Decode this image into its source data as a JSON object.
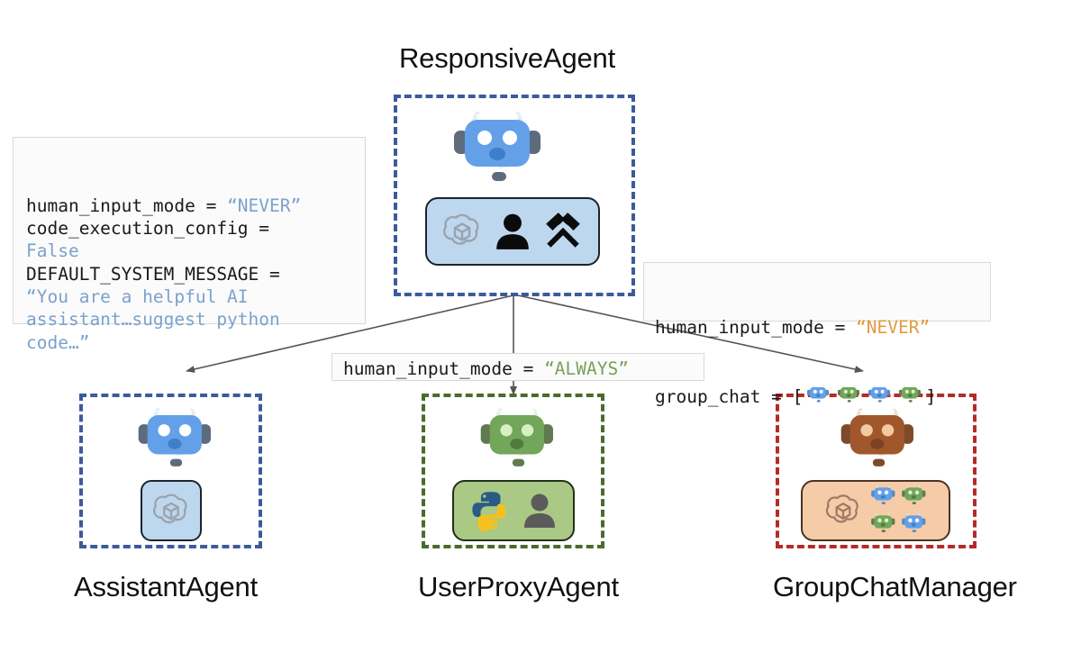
{
  "diagram": {
    "title_node": "ResponsiveAgent",
    "nodes": [
      {
        "id": "responsive-agent",
        "label": "ResponsiveAgent",
        "color": "#3d5a9c",
        "robot_color": "blue",
        "panel_icons": [
          "openai-icon",
          "person-icon",
          "hammers-icon"
        ]
      },
      {
        "id": "assistant-agent",
        "label": "AssistantAgent",
        "color": "#3d5a9c",
        "robot_color": "blue",
        "panel_icons": [
          "openai-icon"
        ]
      },
      {
        "id": "user-proxy-agent",
        "label": "UserProxyAgent",
        "color": "#4a6b2a",
        "robot_color": "green",
        "panel_icons": [
          "python-icon",
          "person-icon"
        ]
      },
      {
        "id": "group-chat-manager",
        "label": "GroupChatManager",
        "color": "#b52b27",
        "robot_color": "brown",
        "panel_icons": [
          "openai-icon",
          "robot-blue-icon",
          "robot-green-icon",
          "robot-green-icon",
          "robot-blue-icon"
        ]
      }
    ],
    "callouts": {
      "assistant": {
        "lines": [
          [
            {
              "t": "human_input_mode = ",
              "c": "dark"
            },
            {
              "t": "“NEVER”",
              "c": "blue"
            }
          ],
          [
            {
              "t": "code_execution_config =",
              "c": "dark"
            }
          ],
          [
            {
              "t": "False",
              "c": "blue"
            }
          ],
          [
            {
              "t": "DEFAULT_SYSTEM_MESSAGE =",
              "c": "dark"
            }
          ],
          [
            {
              "t": "“You are a helpful AI",
              "c": "blue"
            }
          ],
          [
            {
              "t": "assistant…suggest python",
              "c": "blue"
            }
          ],
          [
            {
              "t": "code…”",
              "c": "blue"
            }
          ]
        ]
      },
      "user_proxy": {
        "lines": [
          [
            {
              "t": "human_input_mode = ",
              "c": "dark"
            },
            {
              "t": "“ALWAYS”",
              "c": "green"
            }
          ]
        ]
      },
      "group_chat": {
        "line1": [
          {
            "t": "human_input_mode = ",
            "c": "dark"
          },
          {
            "t": "“NEVER”",
            "c": "orange"
          }
        ],
        "line2_prefix": "group_chat = [",
        "line2_suffix": "]",
        "agents": [
          "robot-blue-icon",
          "robot-green-icon",
          "robot-blue-icon",
          "robot-green-icon"
        ]
      }
    },
    "edges": [
      {
        "from": "responsive-agent",
        "to": "assistant-agent"
      },
      {
        "from": "responsive-agent",
        "to": "user-proxy-agent"
      },
      {
        "from": "responsive-agent",
        "to": "group-chat-manager"
      }
    ],
    "colors": {
      "blue_dash": "#3d5a9c",
      "green_dash": "#4a6b2a",
      "red_dash": "#b52b27",
      "blue_panel": "#bdd7ee",
      "green_panel": "#a9c984",
      "orange_panel": "#f5cba8",
      "robot_blue": "#63a0e8",
      "robot_green": "#72a65a",
      "robot_brown": "#a0572c",
      "arrow": "#555555",
      "box_border": "#d9d9d9",
      "box_fill": "#fbfbfb"
    }
  }
}
